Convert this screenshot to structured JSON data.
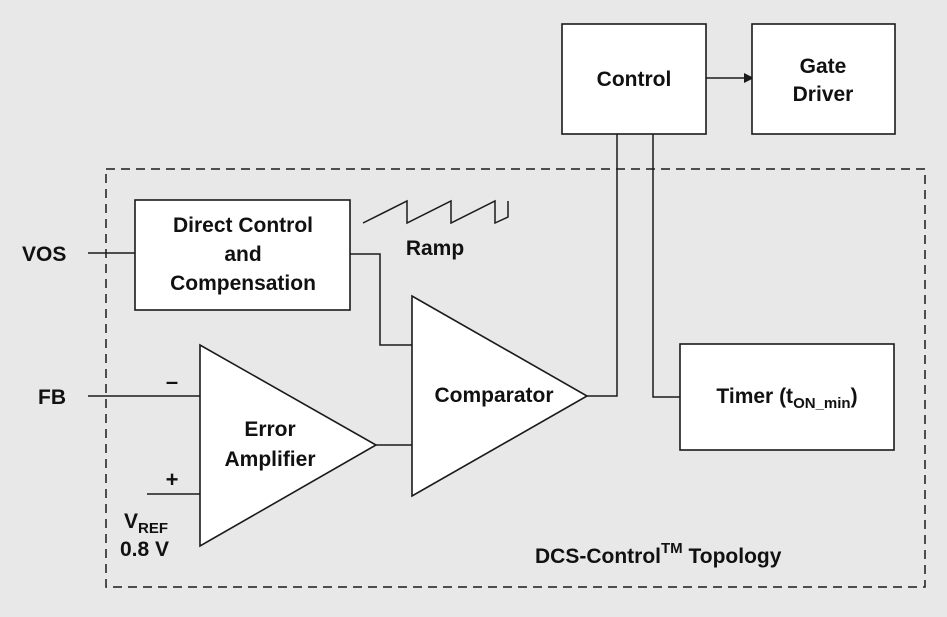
{
  "diagram": {
    "control": {
      "label": "Control"
    },
    "gate_driver": {
      "line1": "Gate",
      "line2": "Driver"
    },
    "direct_control": {
      "line1": "Direct Control",
      "line2": "and",
      "line3": "Compensation"
    },
    "ramp": {
      "label": "Ramp"
    },
    "comparator": {
      "label": "Comparator"
    },
    "error_amplifier": {
      "line1": "Error",
      "line2": "Amplifier"
    },
    "timer": {
      "prefix": "Timer (t",
      "subscript": "ON_min",
      "suffix": ")"
    },
    "inputs": {
      "vos": "VOS",
      "fb": "FB",
      "vref_base": "V",
      "vref_sub": "REF",
      "vref_value": "0.8 V"
    },
    "minus_sign": "–",
    "plus_sign": "+",
    "topology": {
      "prefix": "DCS-Control",
      "superscript": "TM",
      "suffix": " Topology"
    }
  }
}
